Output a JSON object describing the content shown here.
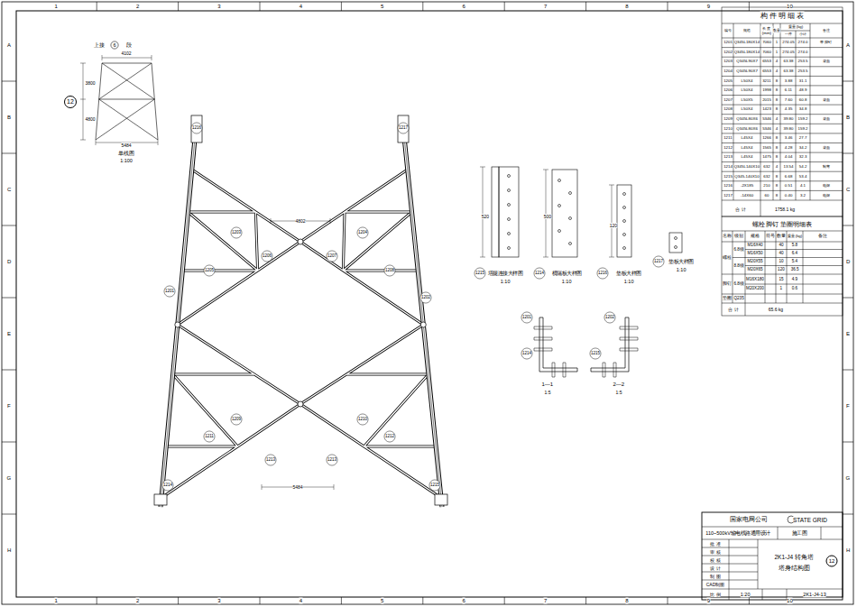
{
  "diagram": {
    "labels": [
      "1",
      "2",
      "3",
      "4",
      "5",
      "6",
      "7",
      "8",
      "9",
      "10",
      "1",
      "2",
      "3",
      "4",
      "5",
      "6",
      "7",
      "8",
      "9",
      "10",
      "A",
      "B",
      "C",
      "D",
      "E",
      "F",
      "G",
      "H",
      "A",
      "B",
      "C",
      "D",
      "E",
      "F",
      "G",
      "H",
      "构 件 明 细 表",
      "编号",
      "规格",
      "长度 (mm)",
      "数量",
      "重量(kg)",
      "一件",
      "小计",
      "备注",
      "1201",
      "Q345L180X14",
      "7060",
      "1",
      "274.05",
      "274.0",
      "带脚钉",
      "1202",
      "Q345L180X14",
      "7060",
      "1",
      "274.05",
      "274.0",
      "1203",
      "Q345L90X7",
      "6553",
      "4",
      "63.38",
      "253.5",
      "背面",
      "1204",
      "Q345L90X7",
      "6553",
      "4",
      "63.38",
      "253.5",
      "1205",
      "L50X4",
      "3211",
      "8",
      "3.88",
      "31.1",
      "1206",
      "L50X4",
      "1998",
      "8",
      "6.11",
      "48.9",
      "1207",
      "L50X5",
      "2015",
      "8",
      "7.60",
      "60.8",
      "背面",
      "1208",
      "L50X4",
      "1423",
      "8",
      "4.35",
      "34.8",
      "1209",
      "Q345L80X6",
      "5346",
      "4",
      "39.80",
      "159.2",
      "背面",
      "1210",
      "Q345L80X6",
      "5346",
      "4",
      "39.80",
      "159.2",
      "1211",
      "L45X4",
      "1266",
      "8",
      "3.46",
      "27.7",
      "1212",
      "L45X4",
      "1565",
      "8",
      "4.28",
      "34.2",
      "背面",
      "1213",
      "L45X4",
      "1475",
      "8",
      "4.04",
      "32.3",
      "1214",
      "Q345L140X10",
      "632",
      "4",
      "13.54",
      "54.2",
      "制弯",
      "1215",
      "Q345-140X10",
      "632",
      "8",
      "6.68",
      "53.4",
      "1216",
      "-2X185",
      "210",
      "8",
      "0.51",
      "4.1",
      "电焊",
      "1217",
      "-14X60",
      "60",
      "8",
      "0.40",
      "3.2",
      "电焊",
      "合 计",
      "1758.1 kg",
      "螺栓 脚钉 垫圈明细表",
      "名称",
      "级别",
      "规格",
      "符号",
      "数量",
      "重量(kg)",
      "备注",
      "螺栓",
      "6.8级",
      "M16X40",
      "40",
      "5.8",
      "M16X50",
      "40",
      "6.4",
      "8.8级",
      "M20X55",
      "10",
      "5.4",
      "M20X65",
      "120",
      "36.5",
      "脚钉",
      "6.8级",
      "M16X180",
      "15",
      "4.9",
      "M20X200",
      "1",
      "0.6",
      "垫圈",
      "Q235",
      "合 计",
      "65.6 kg",
      "国家电网公司",
      "STATE GRID",
      "110~500kV输电线路通用设计",
      "施工图",
      "批 准",
      "审 核",
      "校 核",
      "设 计",
      "制 图",
      "CAD制图",
      "2K1-J4 转角塔",
      "塔身结构图",
      "12",
      "比 例",
      "1:20",
      "2K1-J4-13",
      "上接",
      "6",
      "段",
      "12",
      "4102",
      "3800",
      "4800",
      "5484",
      "单线图",
      "1:100",
      "塔腿连接大样图",
      "1:10",
      "横隔板大样图",
      "1:10",
      "垫板大样图",
      "1:10",
      "垫板大样图",
      "1:10",
      "1215",
      "1214",
      "1216",
      "1217",
      "520",
      "500",
      "120",
      "1—1",
      "1:5",
      "2—2",
      "1:5",
      "1201",
      "1214",
      "1202",
      "1215",
      "1216",
      "1217",
      "1203",
      "1204",
      "1205",
      "1206",
      "1207",
      "1208",
      "1201",
      "1202",
      "1209",
      "1210",
      "1211",
      "1212",
      "1213",
      "1213",
      "1214",
      "1215",
      "4802",
      "5484"
    ]
  }
}
